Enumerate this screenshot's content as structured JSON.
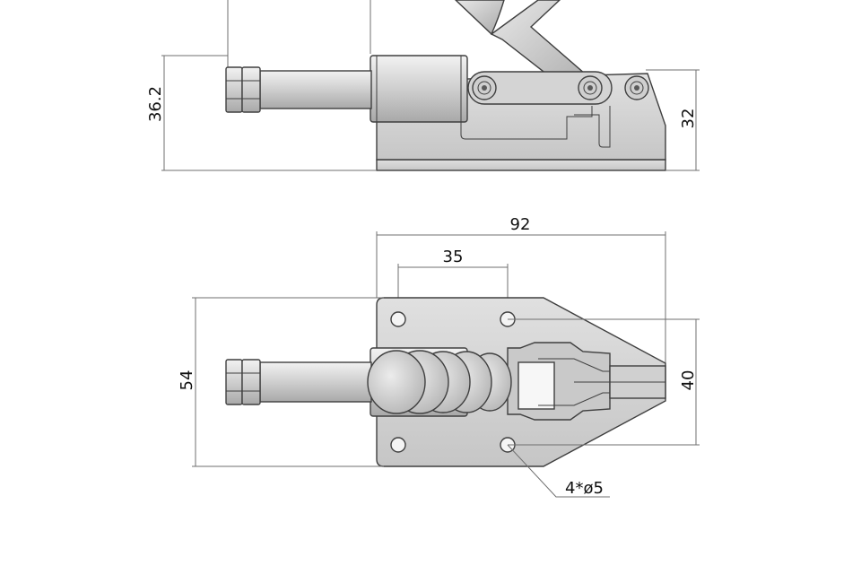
{
  "drawing": {
    "dimensions": {
      "height_total": "36.2",
      "height_body": "32",
      "length_total": "92",
      "hole_spacing_x": "35",
      "width_total": "54",
      "hole_spacing_y": "40",
      "hole_callout": "4*ø5"
    },
    "colors": {
      "dimension_line": "#6f6f6f",
      "part_fill": "#d6d6d6",
      "part_fill_dark": "#bdbdbd",
      "outline": "#3f3f3f",
      "text": "#111111"
    }
  }
}
